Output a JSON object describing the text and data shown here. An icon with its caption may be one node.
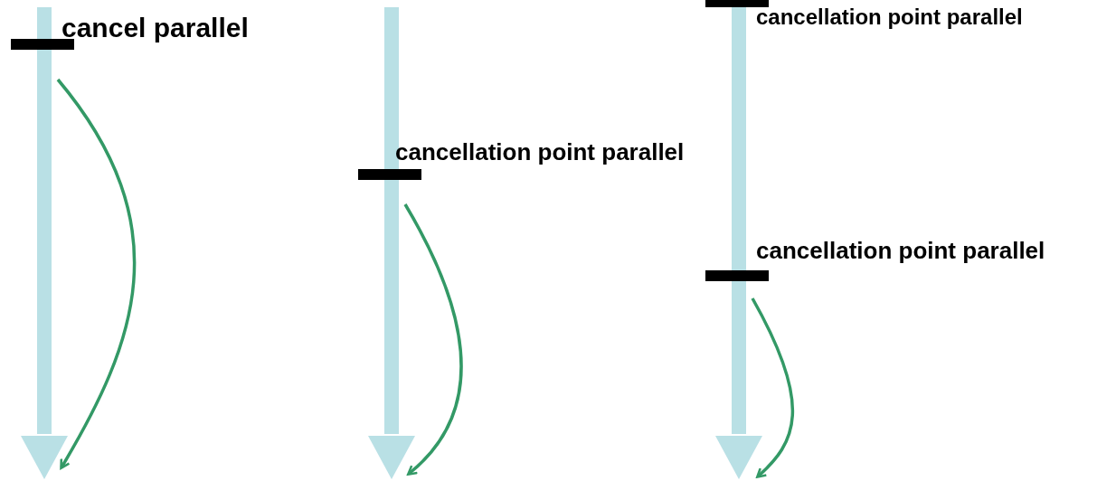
{
  "diagram": {
    "labels": [
      "cancel parallel",
      "cancellation point parallel",
      "cancellation point parallel",
      "cancellation point parallel"
    ]
  }
}
